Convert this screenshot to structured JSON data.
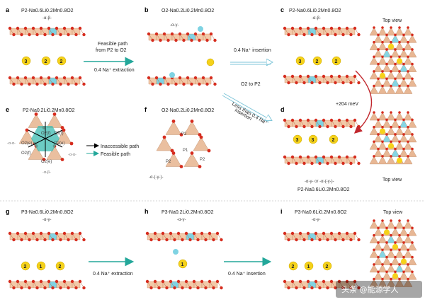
{
  "panels": [
    {
      "letter": "a",
      "formula": "P2-Na0.6Li0.2Mn0.8O2",
      "stacking": "-α-β-",
      "numbers": [
        "3",
        "2",
        "2"
      ]
    },
    {
      "letter": "b",
      "formula": "O2-Na0.2Li0.2Mn0.8O2",
      "stacking": "-α-γ-"
    },
    {
      "letter": "c",
      "formula": "P2-Na0.6Li0.2Mn0.8O2",
      "stacking": "-α-β-",
      "numbers": [
        "3",
        "2",
        "2"
      ],
      "top_view": "Top view"
    },
    {
      "letter": "d",
      "formula": "P2-Na0.6Li0.2Mn0.8O2",
      "stacking": "-α-γ- or -α-(-γ-)-",
      "numbers": [
        "3",
        "3",
        "2"
      ],
      "top_view": "Top view"
    },
    {
      "letter": "e",
      "formula": "P2-Na0.2Li0.2Mn0.8O2",
      "sites": [
        "O2(f)",
        "O2(f)",
        "O2(e)",
        "O2(e)",
        "O2(f)",
        "O2(e)"
      ]
    },
    {
      "letter": "f",
      "formula": "O2-Na0.2Li0.2Mn0.8O2",
      "sites": [
        "P2",
        "P2",
        "P2",
        "P1"
      ],
      "stacking": "-α-(-γ-)-"
    },
    {
      "letter": "g",
      "formula": "P3-Na0.6Li0.2Mn0.8O2",
      "stacking": "-α-γ-",
      "numbers": [
        "2",
        "1",
        "2"
      ]
    },
    {
      "letter": "h",
      "formula": "P3-Na0.2Li0.2Mn0.8O2",
      "stacking": "-α-γ-",
      "numbers": [
        "1"
      ]
    },
    {
      "letter": "i",
      "formula": "P3-Na0.6Li0.2Mn0.8O2",
      "stacking": "-α-γ-",
      "numbers": [
        "2",
        "1",
        "2"
      ],
      "top_view": "Top view"
    }
  ],
  "arrows": {
    "a_to_b_line1": "Feasible path",
    "a_to_b_line2": "from P2 to O2",
    "a_to_b_line3": "0.4 Na⁺ extraction",
    "b_to_c": "0.4 Na⁺ insertion",
    "o2_to_p2": "O2 to P2",
    "b_to_d_line1": "Less than 0.4 Na⁺",
    "b_to_d_line2": "insertion",
    "energy": "+204 meV",
    "g_to_h": "0.4 Na⁺ extraction",
    "h_to_i": "0.4 Na⁺ insertion"
  },
  "legend": {
    "inaccessible": "Inaccessible path",
    "feasible": "Feasible path"
  },
  "axis_labels": {
    "left": "-α-α-",
    "right": "-α-α-",
    "top": "-α-β-"
  },
  "watermark": "头条 @能源学人",
  "colors": {
    "o": "#d62c1e",
    "mn": "#f2c9a8",
    "li": "#7fd3e3",
    "na": "#f5d21a",
    "teal": "#23a79a",
    "accent": "#c1272d"
  }
}
